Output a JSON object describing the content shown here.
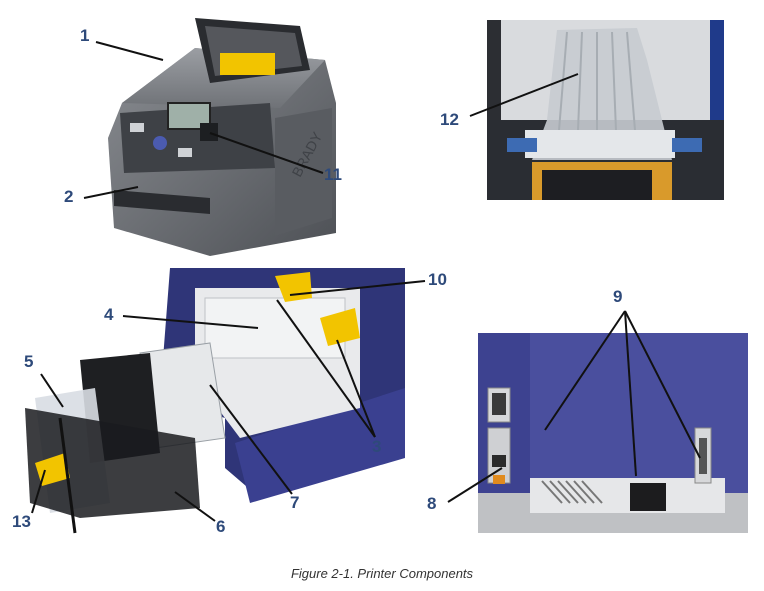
{
  "figure": {
    "caption": "Figure 2-1.  Printer Components",
    "callouts": [
      "1",
      "2",
      "3",
      "4",
      "5",
      "6",
      "7",
      "8",
      "9",
      "10",
      "11",
      "12",
      "13"
    ]
  },
  "colors": {
    "callout_text": "#2e4a7a",
    "printer_body": "#6b6e73",
    "printer_blue": "#3a3f8a",
    "accent_yellow": "#f2c400"
  }
}
